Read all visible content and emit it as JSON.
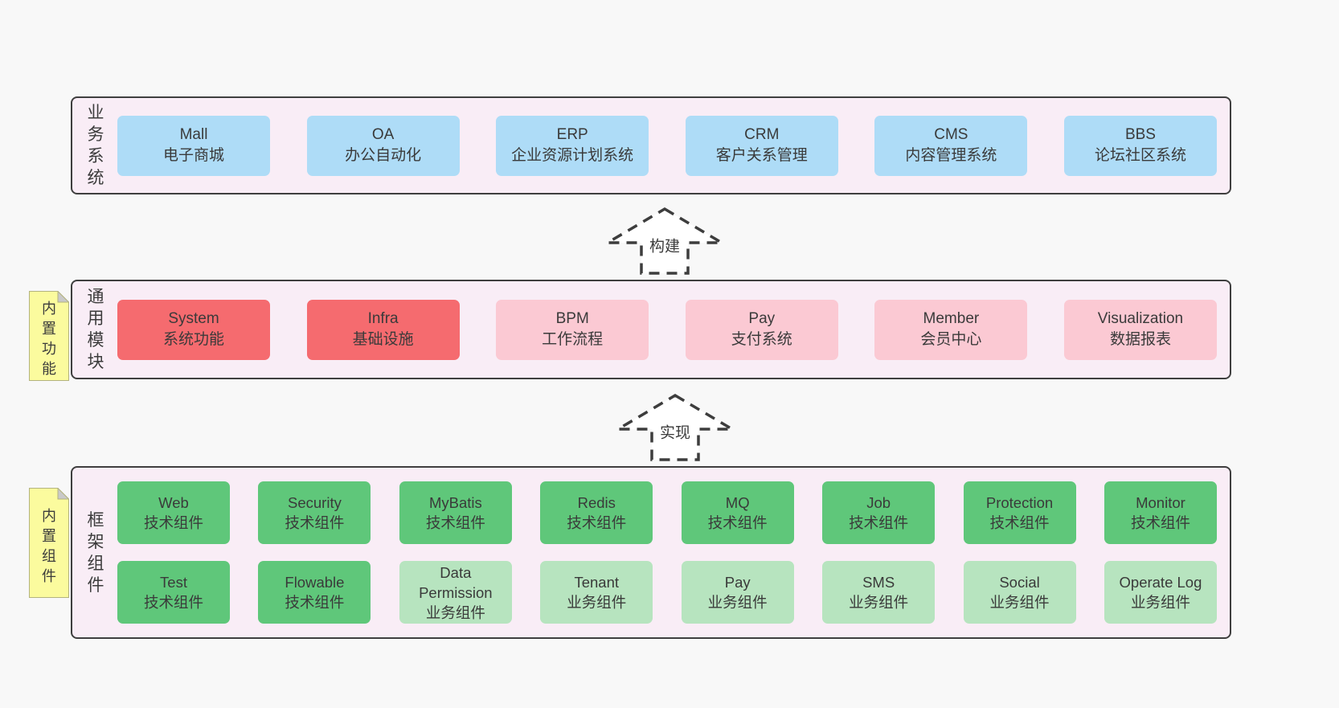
{
  "colors": {
    "page_bg": "#f8f8f8",
    "panel_bg": "#f9edf6",
    "panel_border": "#3f3f3f",
    "blue_box": "#aedcf7",
    "red_box": "#f56b6f",
    "pink_box": "#fbc9d3",
    "green_box": "#5fc77a",
    "light_green_box": "#b7e4bf",
    "note_yellow": "#fbfb9e",
    "note_fold_gray": "#c9c9c9",
    "text": "#3a3a3a"
  },
  "layer1": {
    "label": "业务系统",
    "items": [
      {
        "name": "Mall",
        "desc": "电子商城"
      },
      {
        "name": "OA",
        "desc": "办公自动化"
      },
      {
        "name": "ERP",
        "desc": "企业资源计划系统"
      },
      {
        "name": "CRM",
        "desc": "客户关系管理"
      },
      {
        "name": "CMS",
        "desc": "内容管理系统"
      },
      {
        "name": "BBS",
        "desc": "论坛社区系统"
      }
    ]
  },
  "arrow1": {
    "label": "构建"
  },
  "layer2": {
    "label": "通用模块",
    "note": "内置功能",
    "items": [
      {
        "name": "System",
        "desc": "系统功能"
      },
      {
        "name": "Infra",
        "desc": "基础设施"
      },
      {
        "name": "BPM",
        "desc": "工作流程"
      },
      {
        "name": "Pay",
        "desc": "支付系统"
      },
      {
        "name": "Member",
        "desc": "会员中心"
      },
      {
        "name": "Visualization",
        "desc": "数据报表"
      }
    ]
  },
  "arrow2": {
    "label": "实现"
  },
  "layer3": {
    "label": "框架组件",
    "note": "内置组件",
    "row1": [
      {
        "name": "Web",
        "desc": "技术组件"
      },
      {
        "name": "Security",
        "desc": "技术组件"
      },
      {
        "name": "MyBatis",
        "desc": "技术组件"
      },
      {
        "name": "Redis",
        "desc": "技术组件"
      },
      {
        "name": "MQ",
        "desc": "技术组件"
      },
      {
        "name": "Job",
        "desc": "技术组件"
      },
      {
        "name": "Protection",
        "desc": "技术组件"
      },
      {
        "name": "Monitor",
        "desc": "技术组件"
      }
    ],
    "row2": [
      {
        "name": "Test",
        "desc": "技术组件"
      },
      {
        "name": "Flowable",
        "desc": "技术组件"
      },
      {
        "name": "Data Permission",
        "desc": "业务组件"
      },
      {
        "name": "Tenant",
        "desc": "业务组件"
      },
      {
        "name": "Pay",
        "desc": "业务组件"
      },
      {
        "name": "SMS",
        "desc": "业务组件"
      },
      {
        "name": "Social",
        "desc": "业务组件"
      },
      {
        "name": "Operate Log",
        "desc": "业务组件"
      }
    ]
  }
}
